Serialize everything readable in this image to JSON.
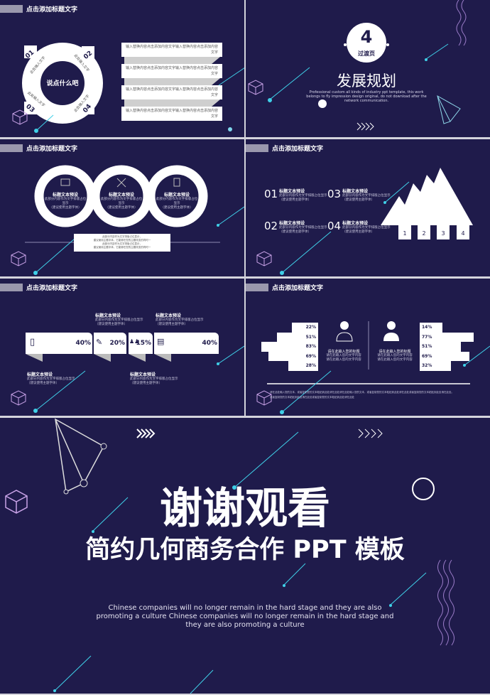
{
  "header_title": "点击添加标题文字",
  "slide1": {
    "center": "说点什么吧",
    "ring_items": [
      {
        "num": "01",
        "text": "此处输入文字"
      },
      {
        "num": "02",
        "text": "此处输入文字"
      },
      {
        "num": "03",
        "text": "此处输入文字"
      },
      {
        "num": "04",
        "text": "此处输入文字"
      }
    ],
    "ribbon": [
      "输入替换内容点击添加内容文字输入替换内容点击添加内容文字",
      "输入替换内容点击添加内容文字输入替换内容点击添加内容文字",
      "输入替换内容点击添加内容文字输入替换内容点击添加内容文字",
      "输入替换内容点击添加内容文字输入替换内容点击添加内容文字"
    ]
  },
  "slide2": {
    "number": "4",
    "label": "过渡页",
    "title": "发展规划",
    "desc": "Professional custom all kinds of industry ppt template, this work belongs to fly impression design original, do not download after the network communication."
  },
  "slide3": {
    "circles": [
      {
        "icon": "briefcase-icon",
        "title": "标题文本预设",
        "text": "此部分内容作为文字排版占位显示",
        "note": "（建议使用主题字体）"
      },
      {
        "icon": "tools-icon",
        "title": "标题文本预设",
        "text": "此部分内容作为文字排版占位显示",
        "note": "（建议使用主题字体）"
      },
      {
        "icon": "clipboard-icon",
        "title": "标题文本预设",
        "text": "此部分内容作为文字排版占位显示",
        "note": "（建议使用主题字体）"
      }
    ],
    "box": [
      "此部分内容作为文字排版占位显示，",
      "建议使用主题字体，它能够在您的主题改变的同时一",
      "此部分内容作为文字排版占位显示，",
      "建议使用主题字体，它能够在您的主题改变的同时一"
    ]
  },
  "slide4": {
    "items": [
      {
        "num": "01",
        "title": "标题文本预设",
        "text": "此部分内容作为文字排版占位显示",
        "note": "（建议使用主题字体）"
      },
      {
        "num": "02",
        "title": "标题文本预设",
        "text": "此部分内容作为文字排版占位显示",
        "note": "（建议使用主题字体）"
      },
      {
        "num": "03",
        "title": "标题文本预设",
        "text": "此部分内容作为文字排版占位显示",
        "note": "（建议使用主题字体）"
      },
      {
        "num": "04",
        "title": "标题文本预设",
        "text": "此部分内容作为文字排版占位显示",
        "note": "（建议使用主题字体）"
      }
    ],
    "labels": [
      "1",
      "2",
      "3",
      "4"
    ]
  },
  "slide5": {
    "cards": [
      {
        "icon": "phone-icon",
        "value": "40%"
      },
      {
        "icon": "edit-icon",
        "value": "20%"
      },
      {
        "icon": "people-icon",
        "value": "15%"
      },
      {
        "icon": "book-icon",
        "value": "40%"
      }
    ],
    "notes": [
      {
        "title": "标题文本预设",
        "text": "此部分内容作为文字排版占位显示",
        "note": "（建议使用主题字体）"
      },
      {
        "title": "标题文本预设",
        "text": "此部分内容作为文字排版占位显示",
        "note": "（建议使用主题字体）"
      },
      {
        "title": "标题文本预设",
        "text": "此部分内容作为文字排版占位显示",
        "note": "（建议使用主题字体）"
      },
      {
        "title": "标题文本预设",
        "text": "此部分内容作为文字排版占位显示",
        "note": "（建议使用主题字体）"
      }
    ]
  },
  "slide6": {
    "left_values": [
      "22%",
      "51%",
      "83%",
      "69%",
      "28%"
    ],
    "right_values": [
      "14%",
      "77%",
      "51%",
      "69%",
      "32%"
    ],
    "male": {
      "title": "请在此输入您的标题",
      "lines": [
        "请在此输入您的文字内容",
        "请在此输入您的文字内容"
      ]
    },
    "female": {
      "title": "请在此输入您的标题",
      "lines": [
        "请在此输入您的文字内容",
        "请在此输入您的文字内容"
      ]
    },
    "footer": [
      "请在此处输入您的文本，或者复制您的文本粘贴到此处请在此处请在此处输入您的文本，或者复制您的文本粘贴到此处请在此处或者复制您的文本粘贴到此处请在此处。",
      "或者复制您的文本粘贴到此处请在此处或者复制您的文本粘贴到此处请在此处"
    ]
  },
  "final": {
    "title": "谢谢观看",
    "subtitle": "简约几何商务合作 PPT 模板",
    "desc": "Chinese  companies  will no longer remain in the hard stage and they are also promoting a culture Chinese  companies  will no longer remain in the hard stage and they are also promoting a culture"
  },
  "colors": {
    "background": "#1f1b4b",
    "accent": "#3fd0e8",
    "purple": "#c9a3e8"
  }
}
